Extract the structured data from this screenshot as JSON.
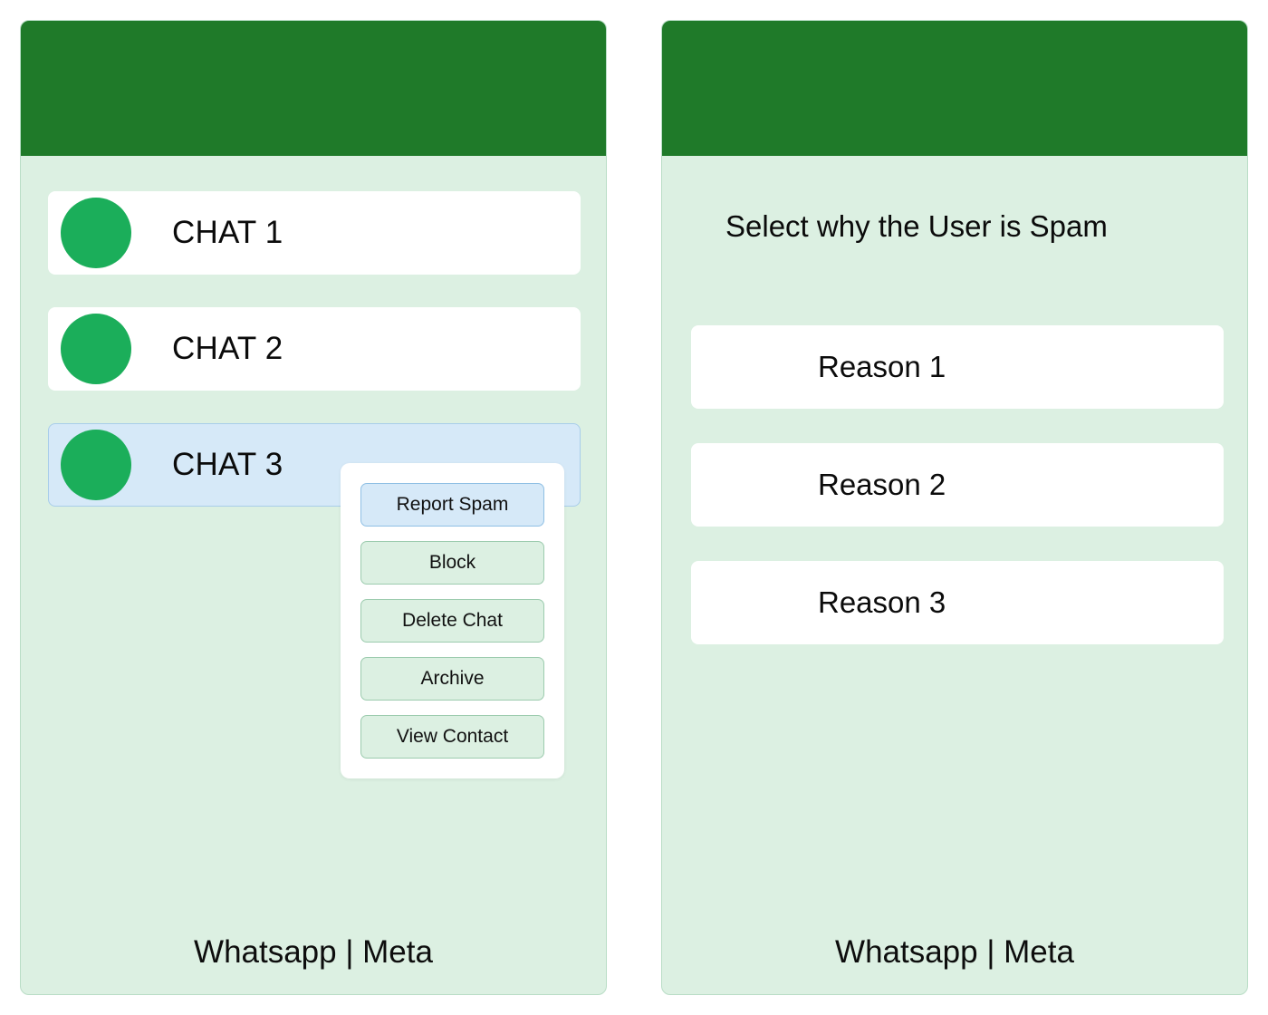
{
  "app": {
    "name": "Whatsapp",
    "brand_footer": "Whatsapp | Meta",
    "header_color": "#1f7a29",
    "body_color": "#dcf0e2",
    "avatar_color": "#1bae5a",
    "highlight_color": "#d6e9f8"
  },
  "left_panel": {
    "chats": [
      {
        "label": "CHAT 1",
        "selected": false
      },
      {
        "label": "CHAT 2",
        "selected": false
      },
      {
        "label": "CHAT 3",
        "selected": true
      }
    ],
    "context_menu": {
      "items": [
        {
          "label": "Report Spam",
          "highlighted": true
        },
        {
          "label": "Block",
          "highlighted": false
        },
        {
          "label": "Delete Chat",
          "highlighted": false
        },
        {
          "label": "Archive",
          "highlighted": false
        },
        {
          "label": "View Contact",
          "highlighted": false
        }
      ]
    },
    "footer": "Whatsapp | Meta"
  },
  "right_panel": {
    "title": "Select why the User is Spam",
    "reasons": [
      {
        "label": "Reason 1"
      },
      {
        "label": "Reason 2"
      },
      {
        "label": "Reason 3"
      }
    ],
    "footer": "Whatsapp | Meta"
  }
}
